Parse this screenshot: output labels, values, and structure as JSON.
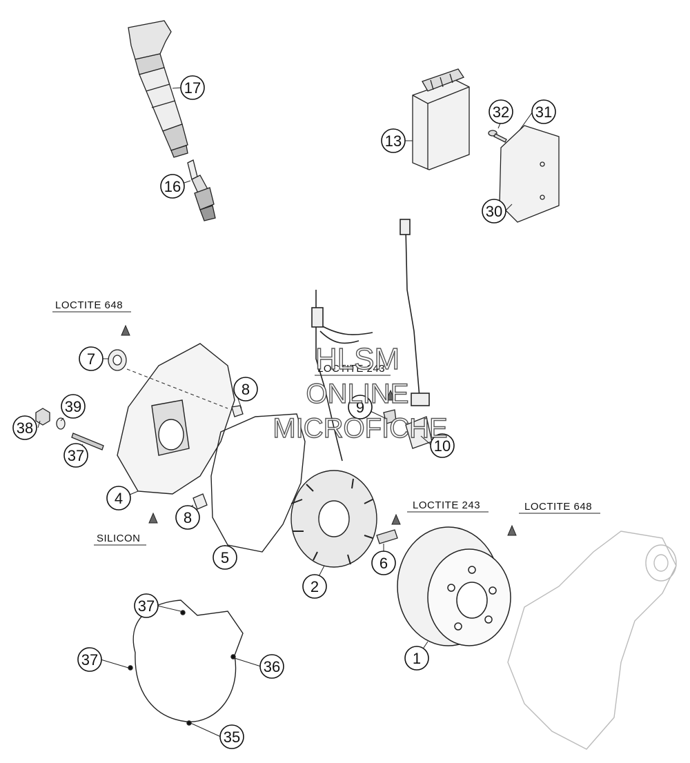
{
  "callouts": {
    "c17": "17",
    "c16": "16",
    "c13": "13",
    "c32": "32",
    "c31": "31",
    "c30": "30",
    "c7": "7",
    "c8a": "8",
    "c8b": "8",
    "c39": "39",
    "c38": "38",
    "c37a": "37",
    "c4": "4",
    "c5": "5",
    "c2": "2",
    "c9": "9",
    "c10": "10",
    "c6": "6",
    "c1": "1",
    "c37b": "37",
    "c37c": "37",
    "c36": "36",
    "c35": "35"
  },
  "notes": {
    "loctite648_left": "LOCTITE 648",
    "silicon": "SILICON",
    "loctite243_mid": "LOCTITE 243",
    "loctite243_right": "LOCTITE 243",
    "loctite648_right": "LOCTITE 648"
  },
  "watermark": {
    "line1": "HLSM",
    "line2": "ONLINE",
    "line3": "MICROFICHE"
  }
}
